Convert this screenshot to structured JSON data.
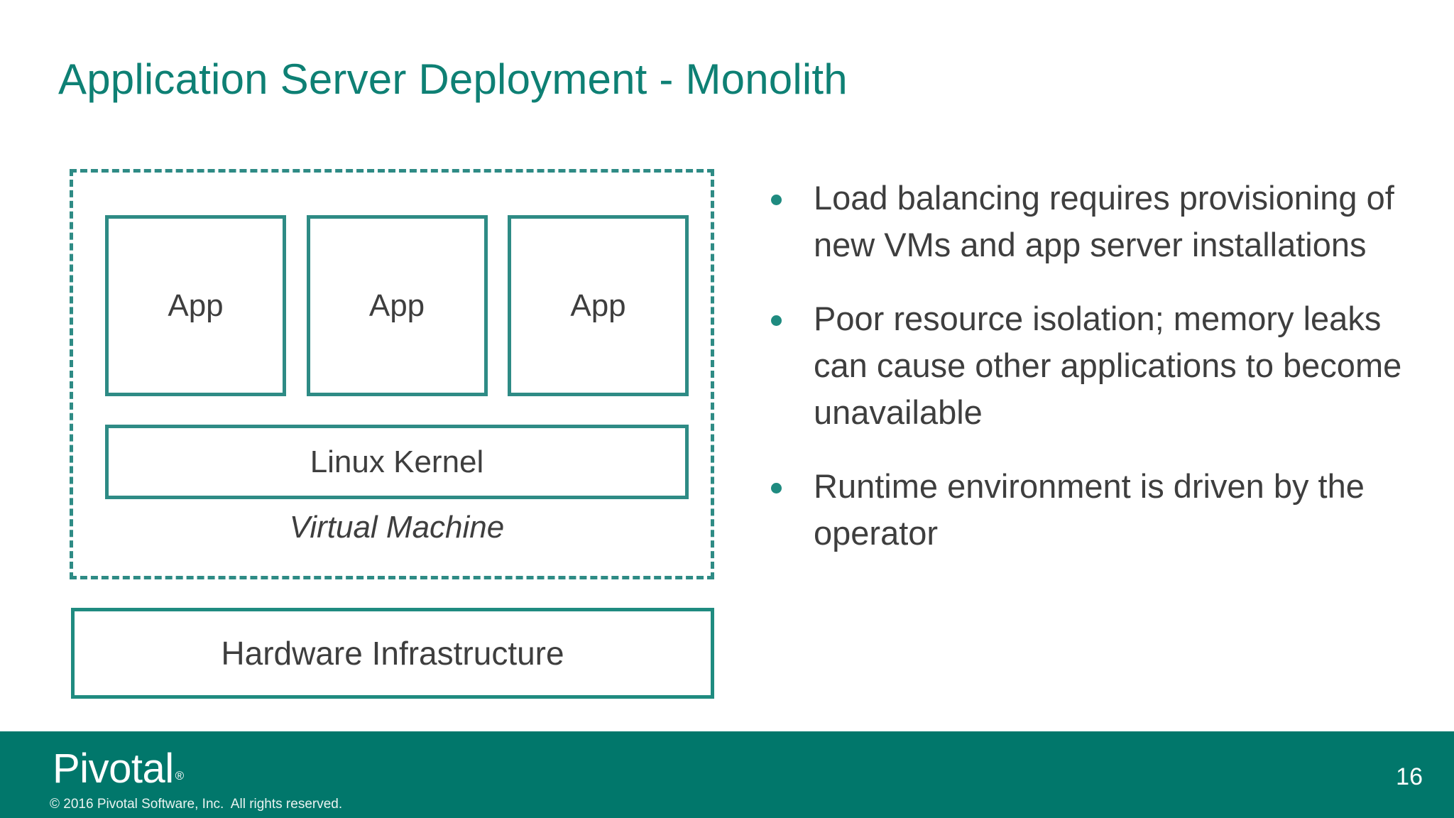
{
  "slide": {
    "title": "Application Server Deployment - Monolith",
    "page_number": "16",
    "accent_color": "#0E8074",
    "box_border_color": "#2E8B85",
    "footer_color": "#01776B",
    "text_color": "#3E3E3E"
  },
  "diagram": {
    "vm_caption": "Virtual Machine",
    "apps": [
      {
        "label": "App"
      },
      {
        "label": "App"
      },
      {
        "label": "App"
      }
    ],
    "kernel": {
      "label": "Linux Kernel"
    },
    "hardware": {
      "label": "Hardware Infrastructure"
    }
  },
  "bullets": [
    {
      "text": "Load balancing requires provisioning of new VMs and app server installations"
    },
    {
      "text": "Poor resource isolation; memory leaks can cause other applications to become unavailable"
    },
    {
      "text": "Runtime environment is driven by the operator"
    }
  ],
  "footer": {
    "logo": "Pivotal",
    "logo_registered": "®",
    "copyright": "© 2016 Pivotal Software, Inc.  All rights reserved."
  }
}
